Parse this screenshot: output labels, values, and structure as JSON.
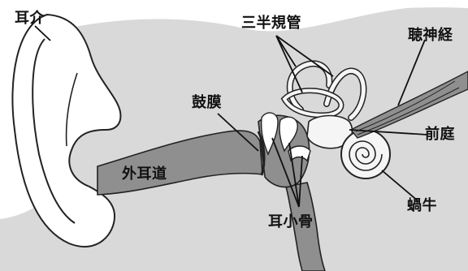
{
  "labels": {
    "pinna": "耳介",
    "semicircular": "三半規管",
    "auditory_nerve": "聴神経",
    "eardrum": "鼓膜",
    "vestibule": "前庭",
    "ear_canal": "外耳道",
    "cochlea": "蝸牛",
    "ossicles": "耳小骨"
  },
  "colors": {
    "bg": "#ffffff",
    "tissue": "#d9d9d9",
    "canal": "#8f8f8f",
    "line": "#222222",
    "organ": "#f5f5f5"
  }
}
